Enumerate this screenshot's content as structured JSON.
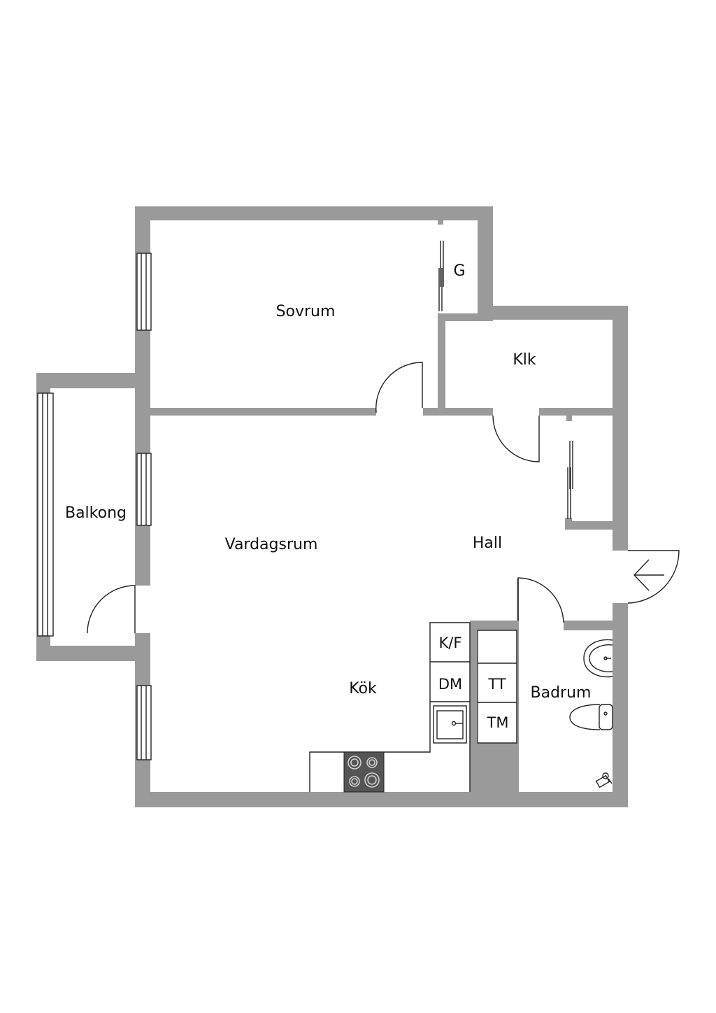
{
  "colors": {
    "wall": "#9a9a9a",
    "line": "#222222",
    "hob": "#555555",
    "background": "#ffffff"
  },
  "rooms": {
    "sovrum": "Sovrum",
    "garderob": "G",
    "klk": "Klk",
    "balkong": "Balkong",
    "vardagsrum": "Vardagsrum",
    "hall": "Hall",
    "kok": "Kök",
    "badrum": "Badrum"
  },
  "appliances": {
    "kf": "K/F",
    "dm": "DM",
    "tt": "TT",
    "tm": "TM"
  },
  "icons": {
    "entrance": "arrow-left-icon",
    "hob": "hob-icon",
    "sink": "sink-icon",
    "washbasin": "washbasin-icon",
    "toilet": "toilet-icon",
    "shower": "shower-icon"
  }
}
